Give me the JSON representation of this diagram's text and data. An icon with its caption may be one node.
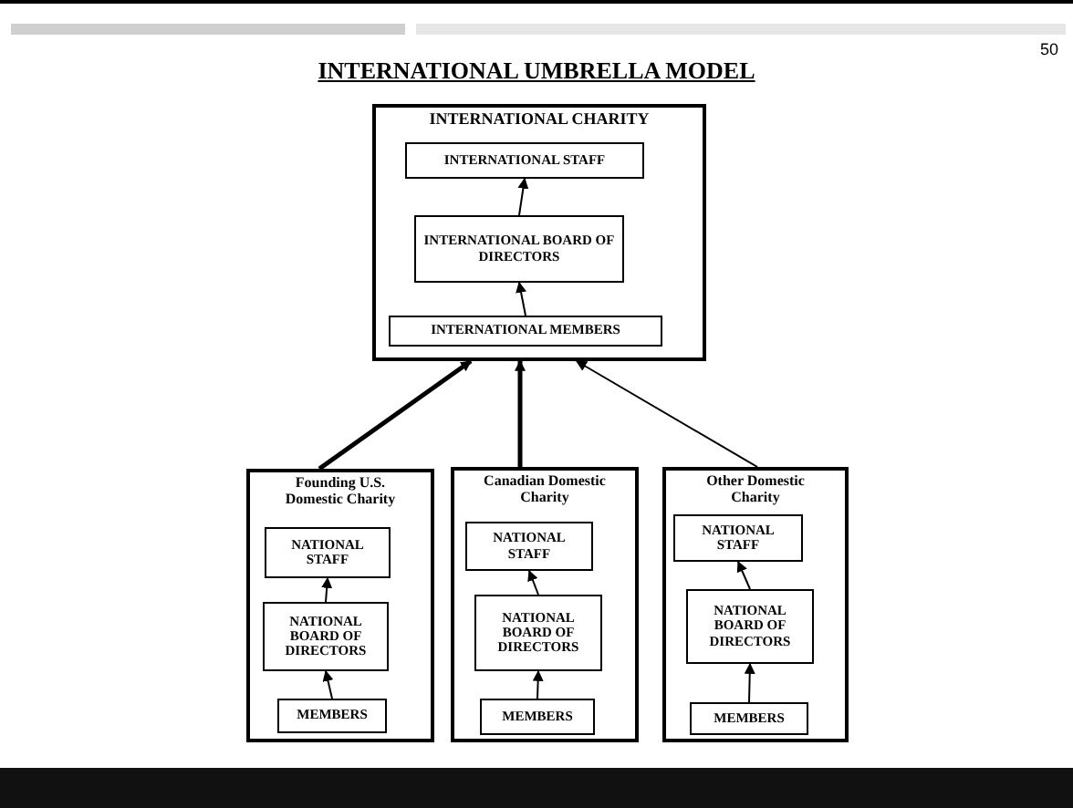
{
  "diagram": {
    "title": "INTERNATIONAL UMBRELLA MODEL",
    "nodes": [
      {
        "text": [
          "INTERNATIONAL CHARITY"
        ]
      },
      {
        "text": [
          "INTERNATIONAL STAFF"
        ],
        "in": 0
      },
      {
        "text": [
          "INTERNATIONAL BOARD OF DIRECTORS"
        ],
        "in": 0
      },
      {
        "text": [
          "INTERNATIONAL MEMBERS"
        ],
        "in": 0
      },
      {
        "text": [
          "Founding U.S. Domestic Charity"
        ]
      },
      {
        "text": [
          "NATIONAL STAFF"
        ],
        "in": 4
      },
      {
        "text": [
          "NATIONAL BOARD OF DIRECTORS"
        ],
        "in": 4
      },
      {
        "text": [
          "MEMBERS"
        ],
        "in": 4
      },
      {
        "text": [
          "Canadian Domestic Charity"
        ]
      },
      {
        "text": [
          "NATIONAL STAFF"
        ],
        "in": 8
      },
      {
        "text": [
          "NATIONAL BOARD OF DIRECTORS"
        ],
        "in": 8
      },
      {
        "text": [
          "MEMBERS"
        ],
        "in": 8
      },
      {
        "text": [
          "Other Domestic Charity"
        ]
      },
      {
        "text": [
          "NATIONAL STAFF"
        ],
        "in": 12
      },
      {
        "text": [
          "NATIONAL BOARD OF DIRECTORS"
        ],
        "in": 12
      },
      {
        "text": [
          "MEMBERS"
        ],
        "in": 12
      }
    ],
    "edges": [
      {
        "from": 3,
        "to": 2,
        "arrow": "to"
      },
      {
        "from": 2,
        "to": 1,
        "arrow": "to"
      },
      {
        "from": 7,
        "to": 6,
        "arrow": "to"
      },
      {
        "from": 6,
        "to": 5,
        "arrow": "to"
      },
      {
        "from": 11,
        "to": 10,
        "arrow": "to"
      },
      {
        "from": 10,
        "to": 9,
        "arrow": "to"
      },
      {
        "from": 15,
        "to": 14,
        "arrow": "to"
      },
      {
        "from": 14,
        "to": 13,
        "arrow": "to"
      },
      {
        "from": 4,
        "to": 0,
        "arrow": "to",
        "style": "thick"
      },
      {
        "from": 8,
        "to": 0,
        "arrow": "to",
        "style": "thick"
      },
      {
        "from": 12,
        "to": 0,
        "arrow": "to"
      }
    ],
    "labels": [
      "50"
    ]
  }
}
